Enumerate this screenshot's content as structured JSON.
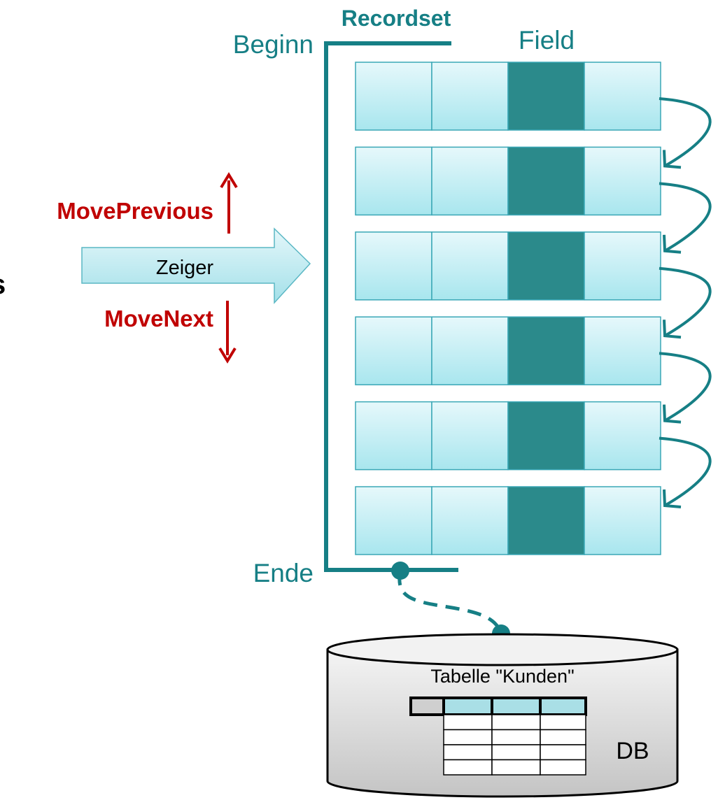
{
  "labels": {
    "recordset": "Recordset",
    "beginn": "Beginn",
    "field": "Field",
    "ende": "Ende",
    "move_previous": "MovePrevious",
    "move_next": "MoveNext",
    "zeiger": "Zeiger",
    "table_caption": "Tabelle \"Kunden\"",
    "db": "DB",
    "cut_off_letter": "s"
  },
  "records": {
    "count": 6,
    "columns_per_record": 4,
    "highlighted_column": 3
  },
  "db_table": {
    "header_columns": 4,
    "body_rows": 4,
    "body_columns": 3
  },
  "colors": {
    "teal": "#167f85",
    "field_highlight": "#2b8a8b",
    "cell_light_top": "#e6f8fb",
    "cell_light_bottom": "#a8e6ee",
    "arrow_red": "#c00000",
    "cylinder_gray": "#cfcfcf"
  }
}
